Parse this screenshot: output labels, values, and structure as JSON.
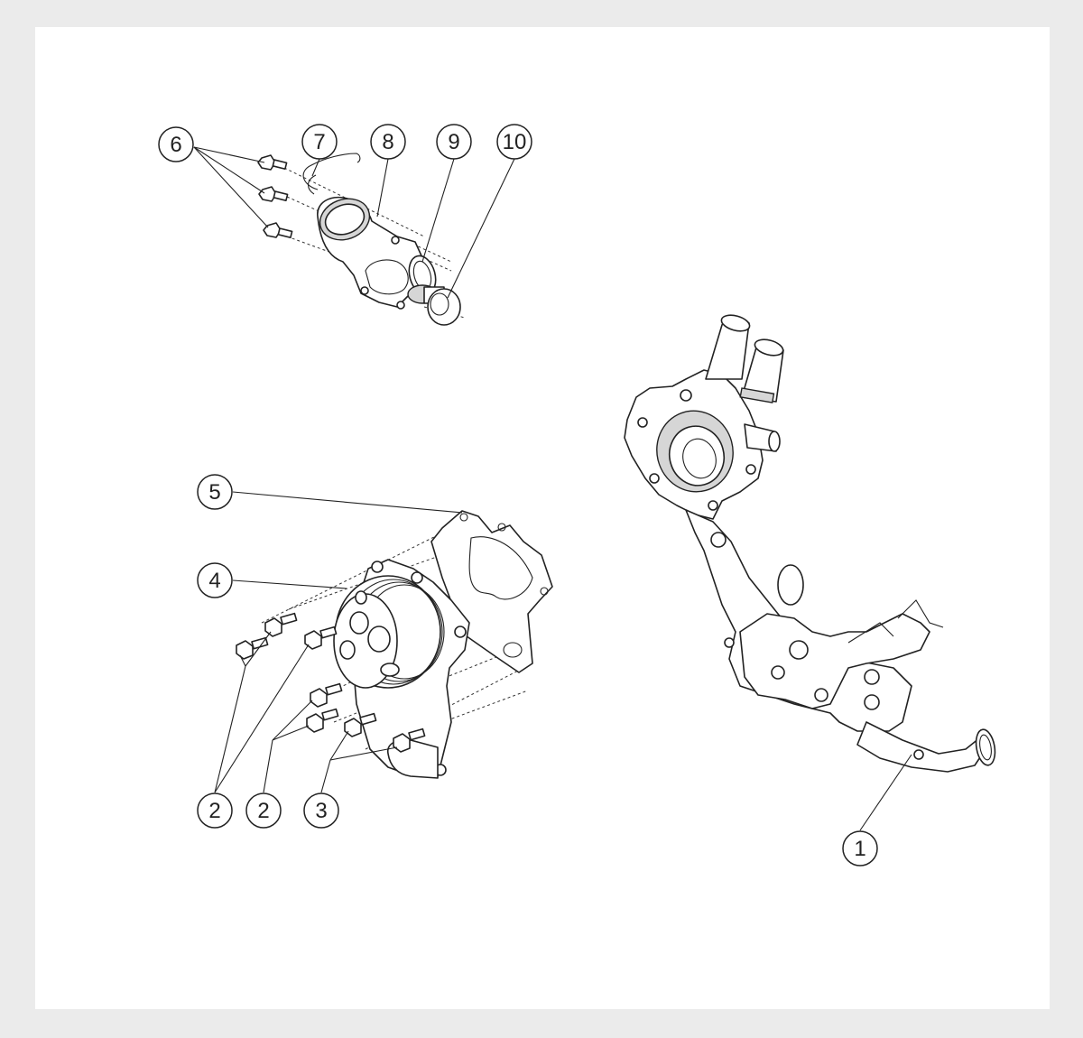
{
  "callouts": [
    {
      "id": "c1",
      "label": "1"
    },
    {
      "id": "c2a",
      "label": "2"
    },
    {
      "id": "c2b",
      "label": "2"
    },
    {
      "id": "c3",
      "label": "3"
    },
    {
      "id": "c4",
      "label": "4"
    },
    {
      "id": "c5",
      "label": "5"
    },
    {
      "id": "c6",
      "label": "6"
    },
    {
      "id": "c7",
      "label": "7"
    },
    {
      "id": "c8",
      "label": "8"
    },
    {
      "id": "c9",
      "label": "9"
    },
    {
      "id": "c10",
      "label": "10"
    }
  ],
  "colors": {
    "background": "#ebebeb",
    "canvas": "#ffffff",
    "ink": "#222222"
  }
}
